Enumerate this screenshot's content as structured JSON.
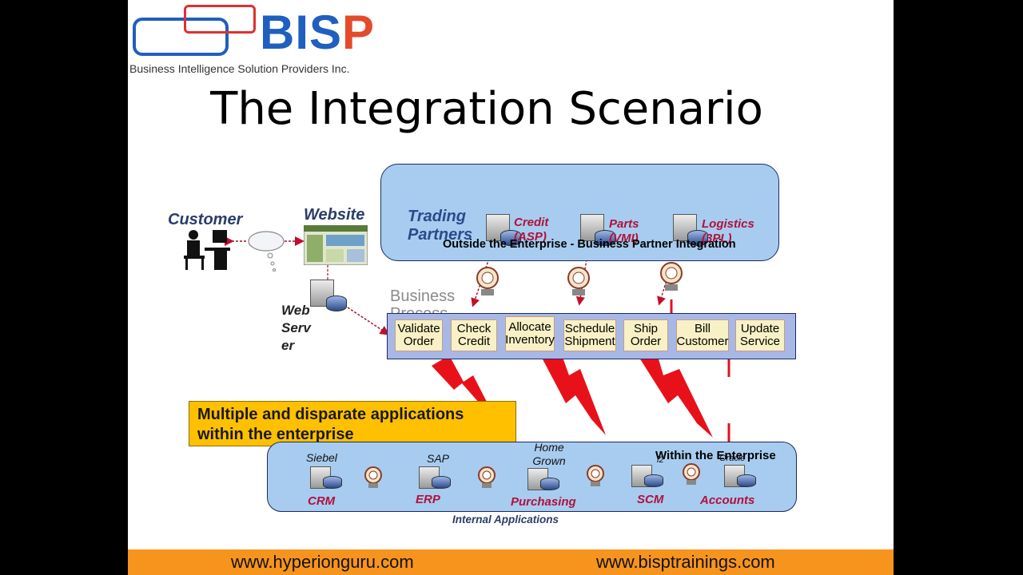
{
  "logo": {
    "brand": "BISP",
    "subtitle": "Business Intelligence Solution Providers Inc."
  },
  "title": "The Integration Scenario",
  "customer": {
    "label": "Customer"
  },
  "website": {
    "label": "Website"
  },
  "web_server": {
    "label_lines": [
      "Web",
      "Serv",
      "er"
    ]
  },
  "trading_partners": {
    "label_lines": [
      "Trading",
      "Partners"
    ],
    "partners": [
      {
        "name": "Credit",
        "sub": "(ASP)"
      },
      {
        "name": "Parts",
        "sub": "(VMI)"
      },
      {
        "name": "Logistics",
        "sub": "(3PL)"
      }
    ],
    "caption": "Outside the Enterprise - Business Partner Integration"
  },
  "business_process": {
    "label_lines": [
      "Business",
      "Process"
    ],
    "steps": [
      "Validate Order",
      "Check Credit",
      "Allocate Inventory",
      "Schedule Shipment",
      "Ship Order",
      "Bill Customer",
      "Update Service"
    ]
  },
  "callout": {
    "lines": [
      "Multiple and disparate applications",
      "within the enterprise"
    ]
  },
  "internal": {
    "caption": "Within the Enterprise",
    "footer_label": "Internal Applications",
    "apps": [
      {
        "top": "Siebel",
        "bottom": "CRM"
      },
      {
        "top": "SAP",
        "bottom": "ERP"
      },
      {
        "top": "Home Grown",
        "bottom": "Purchasing"
      },
      {
        "top": "i2",
        "bottom": "SCM"
      },
      {
        "top": "Oracle",
        "bottom": "Accounts"
      }
    ]
  },
  "footer": {
    "left": "www.hyperionguru.com",
    "right": "www.bisptrainings.com"
  },
  "colors": {
    "accent_blue": "#1f5fbf",
    "accent_red": "#e03030",
    "panel_blue": "#a8ccf0",
    "callout_orange": "#ffc000",
    "footer_orange": "#f7941d"
  }
}
